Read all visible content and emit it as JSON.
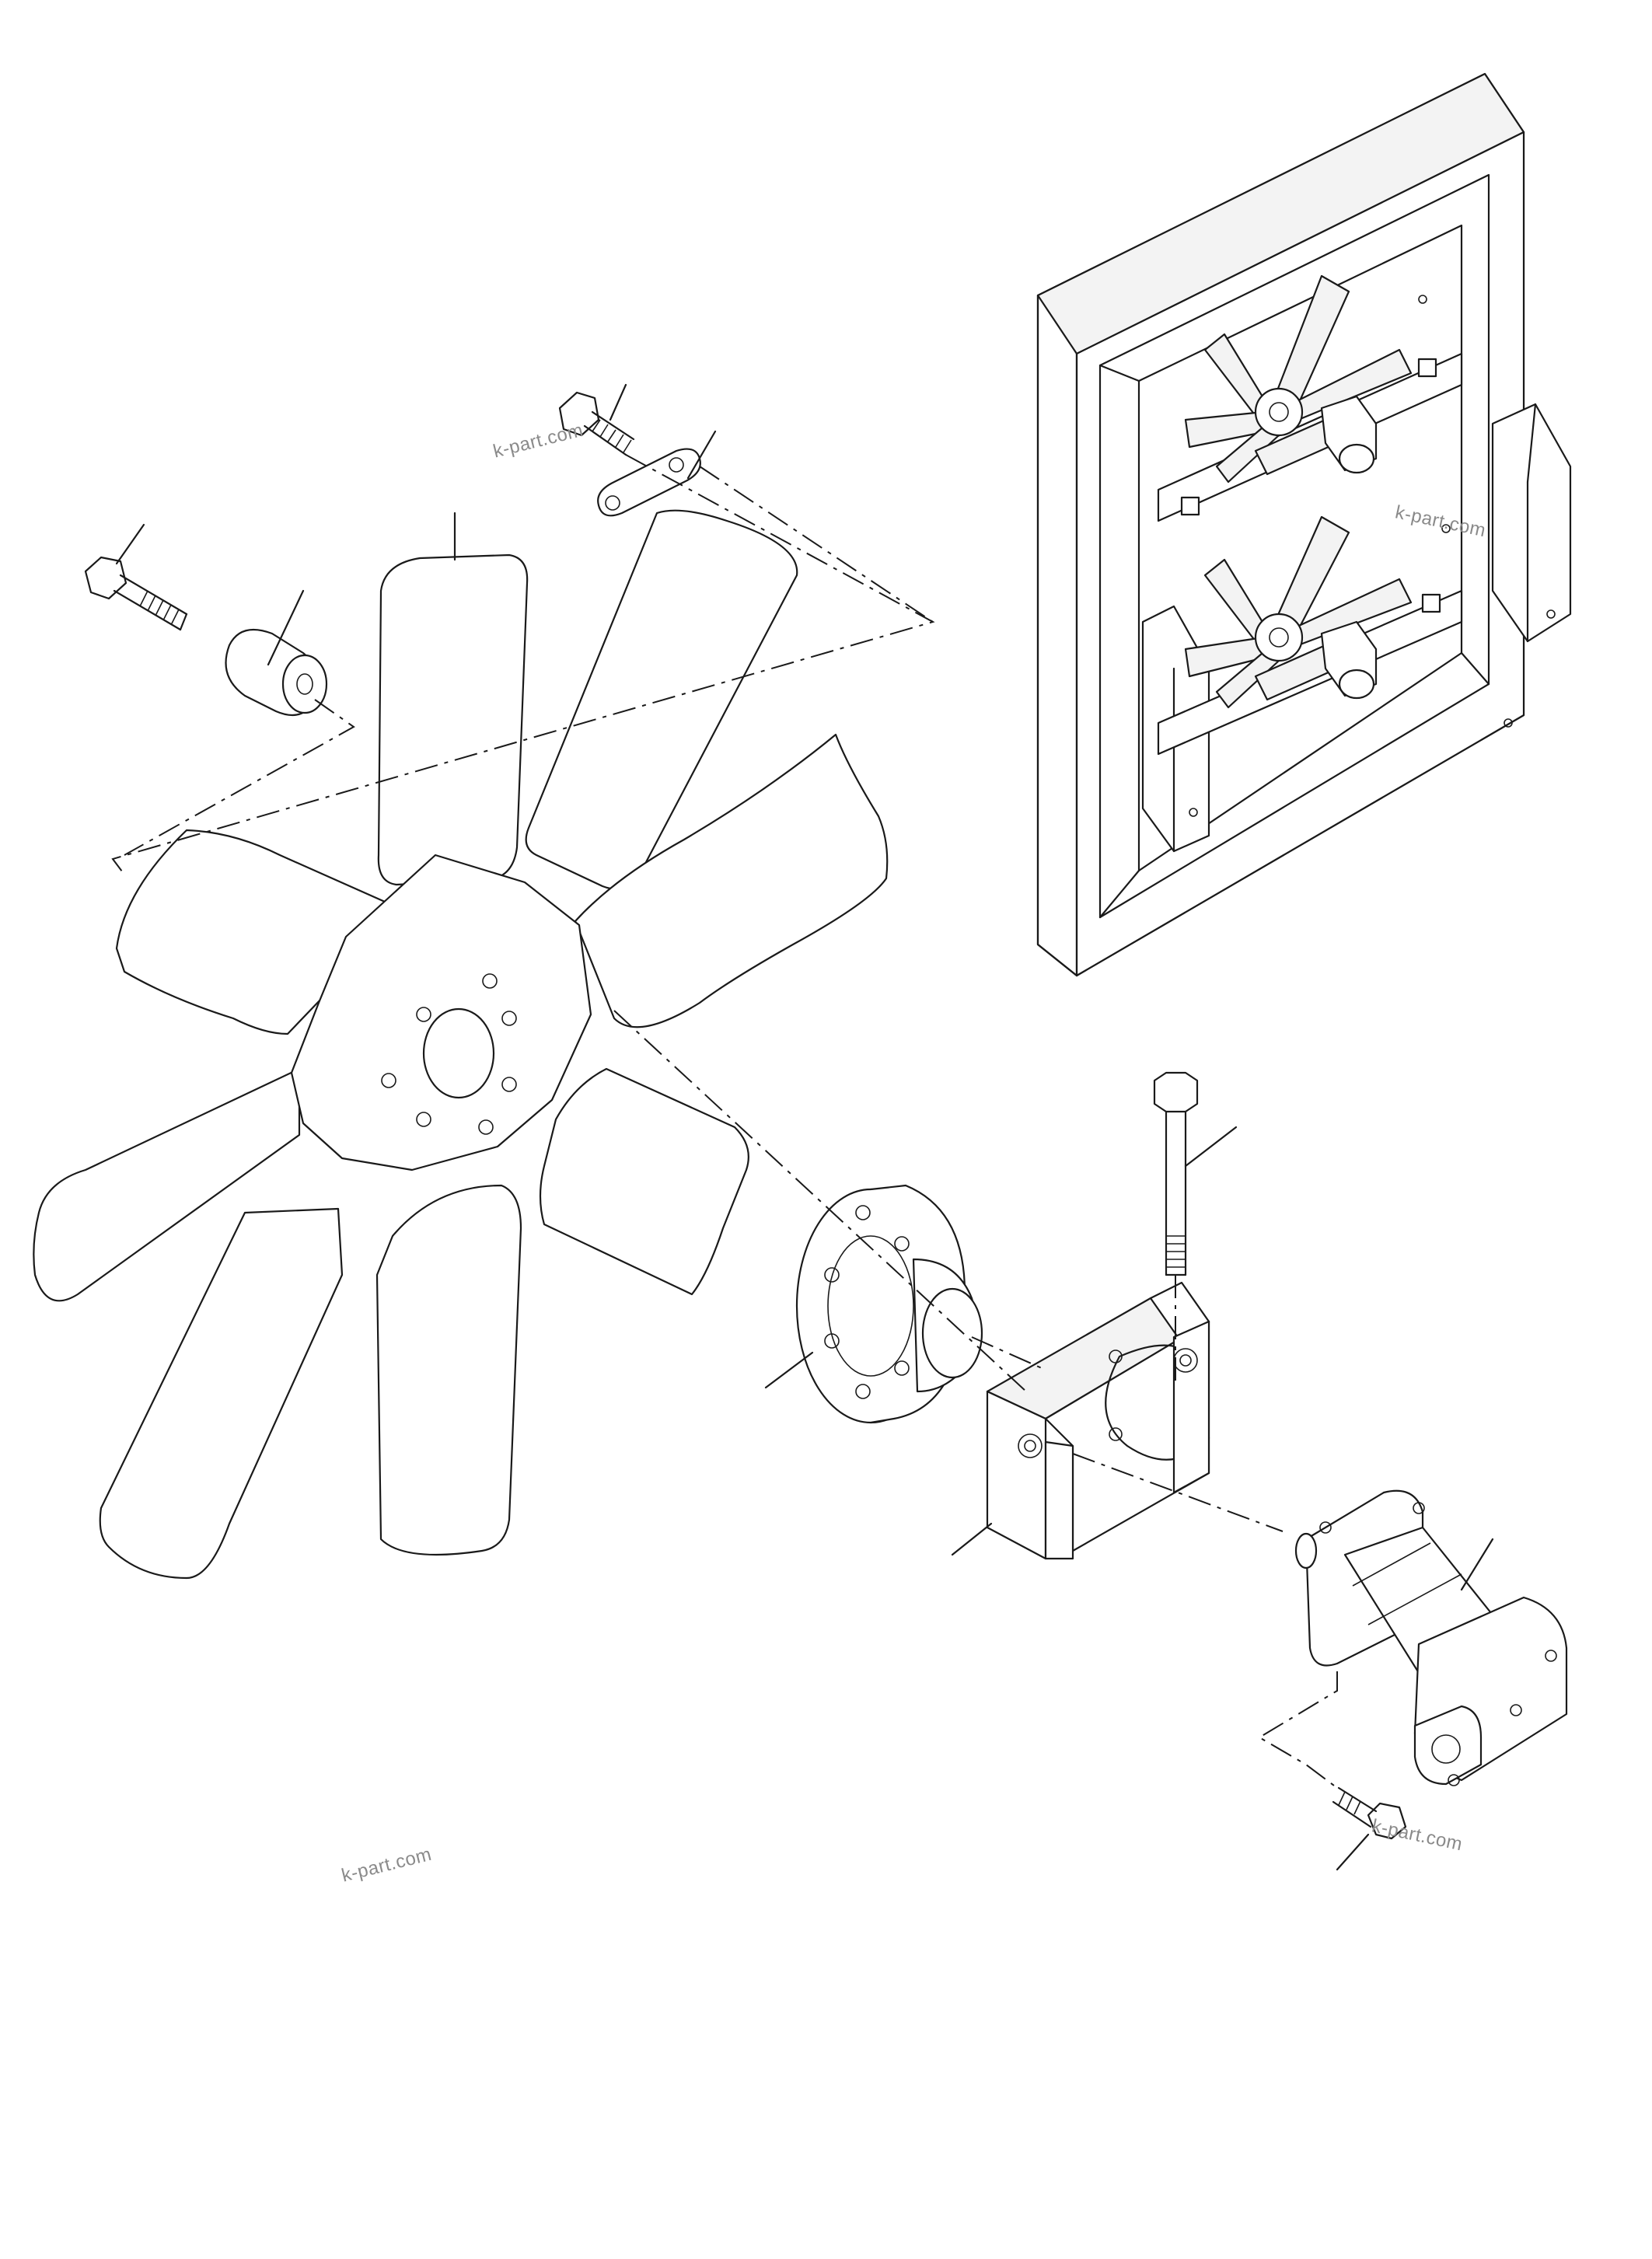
{
  "watermarks": [
    {
      "id": "wm-1",
      "text": "k-part.com"
    },
    {
      "id": "wm-2",
      "text": "k-part.com"
    },
    {
      "id": "wm-3",
      "text": "k-part.com"
    },
    {
      "id": "wm-4",
      "text": "k-part.com"
    }
  ],
  "colors": {
    "line": "#1a1a1a",
    "paper": "#ffffff",
    "watermark": "#8a8a8a"
  }
}
